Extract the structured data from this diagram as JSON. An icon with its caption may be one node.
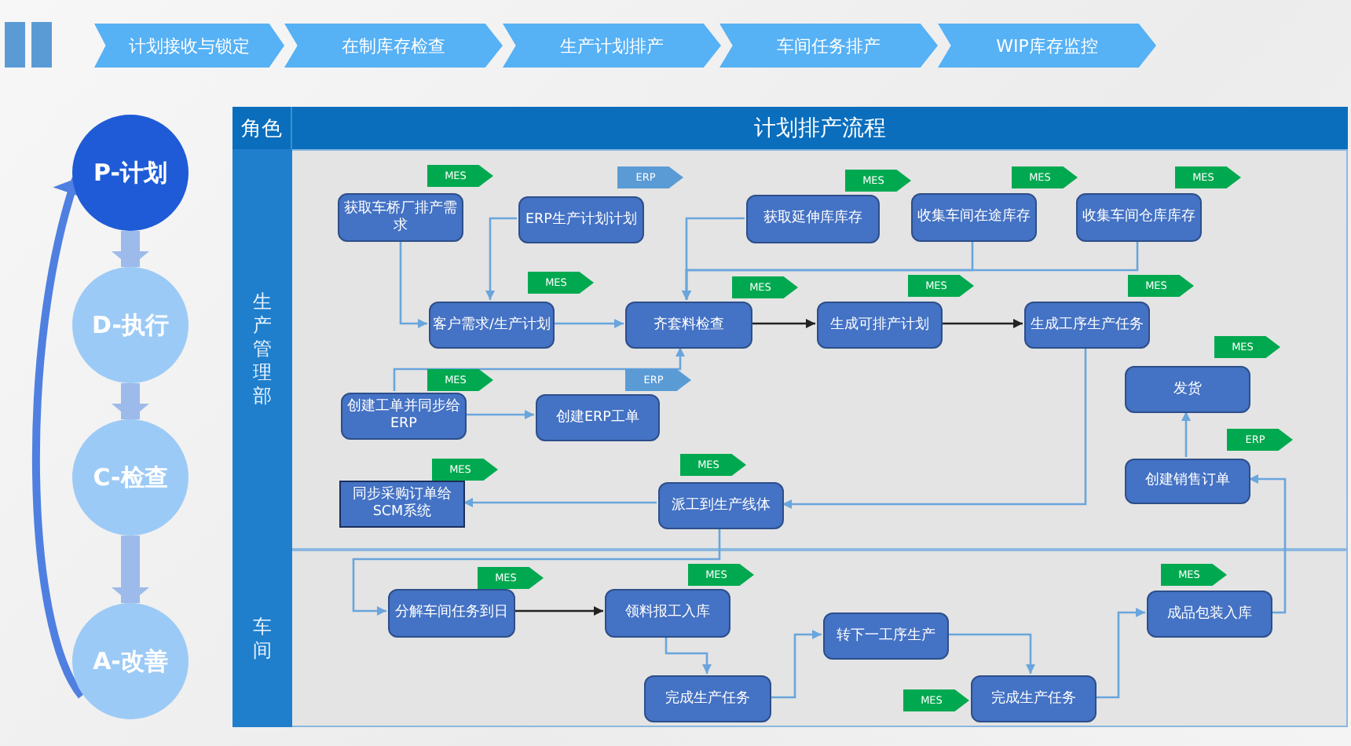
{
  "diagram": {
    "nodes": [
      {
        "text": [
          "计划接收与锁定"
        ]
      },
      {
        "text": [
          "在制库存检查"
        ]
      },
      {
        "text": [
          "生产计划排产"
        ]
      },
      {
        "text": [
          "车间任务排产"
        ]
      },
      {
        "text": [
          "WIP库存监控"
        ]
      },
      {
        "text": [
          "P-计划"
        ]
      },
      {
        "text": [
          "D-执行"
        ]
      },
      {
        "text": [
          "C-检查"
        ]
      },
      {
        "text": [
          "A-改善"
        ]
      },
      {
        "text": [
          "生产管理部"
        ]
      },
      {
        "text": [
          "车间"
        ]
      },
      {
        "text": [
          "获取车桥厂排产需求"
        ],
        "in": 9,
        "beside": [
          "MES"
        ]
      },
      {
        "text": [
          "ERP生产计划计划"
        ],
        "in": 9,
        "beside": [
          "ERP"
        ]
      },
      {
        "text": [
          "获取延伸库库存"
        ],
        "in": 9,
        "beside": [
          "MES"
        ]
      },
      {
        "text": [
          "收集车间在途库存"
        ],
        "in": 9,
        "beside": [
          "MES"
        ]
      },
      {
        "text": [
          "收集车间仓库库存"
        ],
        "in": 9,
        "beside": [
          "MES"
        ]
      },
      {
        "text": [
          "客户需求/生产计划"
        ],
        "in": 9,
        "beside": [
          "MES"
        ]
      },
      {
        "text": [
          "齐套料检查"
        ],
        "in": 9,
        "beside": [
          "MES"
        ]
      },
      {
        "text": [
          "生成可排产计划"
        ],
        "in": 9,
        "beside": [
          "MES"
        ]
      },
      {
        "text": [
          "生成工序生产任务"
        ],
        "in": 9,
        "beside": [
          "MES"
        ]
      },
      {
        "text": [
          "发货"
        ],
        "in": 9,
        "beside": [
          "MES"
        ]
      },
      {
        "text": [
          "创建工单并同步给ERP"
        ],
        "in": 9,
        "beside": [
          "MES"
        ]
      },
      {
        "text": [
          "创建ERP工单"
        ],
        "in": 9,
        "beside": [
          "ERP"
        ]
      },
      {
        "text": [
          "创建销售订单"
        ],
        "in": 9,
        "beside": [
          "ERP"
        ]
      },
      {
        "text": [
          "同步采购订单给SCM系统"
        ],
        "in": 9,
        "beside": [
          "MES"
        ]
      },
      {
        "text": [
          "派工到生产线体"
        ],
        "in": 9,
        "beside": [
          "MES"
        ]
      },
      {
        "text": [
          "分解车间任务到日"
        ],
        "in": 10,
        "beside": [
          "MES"
        ]
      },
      {
        "text": [
          "领料报工入库"
        ],
        "in": 10,
        "beside": [
          "MES"
        ]
      },
      {
        "text": [
          "转下一工序生产"
        ],
        "in": 10
      },
      {
        "text": [
          "成品包装入库"
        ],
        "in": 10,
        "beside": [
          "MES"
        ]
      },
      {
        "text": [
          "完成生产任务"
        ],
        "in": 10
      },
      {
        "text": [
          "完成生产任务"
        ],
        "in": 10,
        "beside": [
          "MES"
        ]
      }
    ],
    "edges": [
      {
        "from": 5,
        "to": 6,
        "arrow": "to",
        "style": "thick",
        "color": "#9dbbea"
      },
      {
        "from": 6,
        "to": 7,
        "arrow": "to",
        "style": "thick",
        "color": "#9dbbea"
      },
      {
        "from": 7,
        "to": 8,
        "arrow": "to",
        "style": "thick",
        "color": "#9dbbea"
      },
      {
        "from": 8,
        "to": 5,
        "arrow": "to",
        "style": "thick",
        "color": "#4f7fe0"
      },
      {
        "from": 11,
        "to": 16,
        "arrow": "to"
      },
      {
        "from": 12,
        "to": 16,
        "arrow": "to"
      },
      {
        "from": 13,
        "to": 17,
        "arrow": "to"
      },
      {
        "from": 14,
        "to": 17,
        "arrow": "to"
      },
      {
        "from": 15,
        "to": 17,
        "arrow": "to"
      },
      {
        "from": 16,
        "to": 17,
        "arrow": "to"
      },
      {
        "from": 21,
        "to": 17,
        "arrow": "to"
      },
      {
        "from": 21,
        "to": 22,
        "arrow": "to"
      },
      {
        "from": 17,
        "to": 18,
        "arrow": "to",
        "color": "#222222"
      },
      {
        "from": 18,
        "to": 19,
        "arrow": "to",
        "color": "#222222"
      },
      {
        "from": 19,
        "to": 25,
        "arrow": "to"
      },
      {
        "from": 25,
        "to": 24,
        "arrow": "to"
      },
      {
        "from": 25,
        "to": 26,
        "arrow": "to"
      },
      {
        "from": 26,
        "to": 27,
        "arrow": "to",
        "color": "#222222"
      },
      {
        "from": 27,
        "to": 30,
        "arrow": "to"
      },
      {
        "from": 30,
        "to": 28,
        "arrow": "to"
      },
      {
        "from": 28,
        "to": 31,
        "arrow": "to"
      },
      {
        "from": 31,
        "to": 29,
        "arrow": "to"
      },
      {
        "from": 29,
        "to": 23,
        "arrow": "to"
      },
      {
        "from": 23,
        "to": 20,
        "arrow": "to"
      }
    ],
    "labels": [
      "角色",
      "计划排产流程"
    ]
  }
}
